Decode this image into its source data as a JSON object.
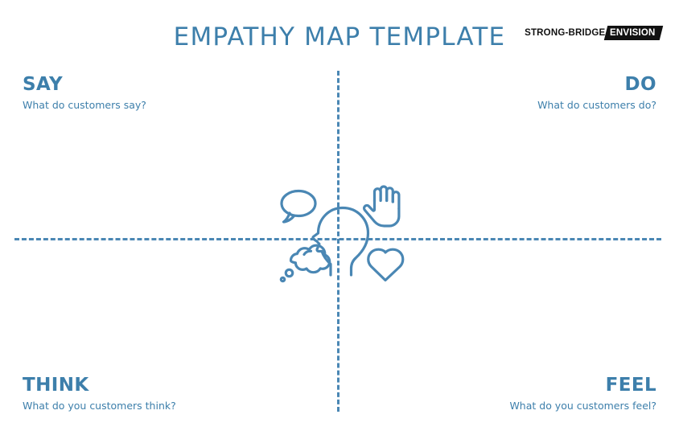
{
  "header": {
    "title": "EMPATHY MAP TEMPLATE",
    "logo": {
      "word": "STRONG-BRIDGE",
      "mark": "ENVISION"
    }
  },
  "colors": {
    "accent_blue": "#3d7fab",
    "line_blue": "#4a87b4",
    "icon_blue": "#4a87b4",
    "logo_black": "#111111",
    "background": "#ffffff"
  },
  "quadrants": [
    {
      "key": "say",
      "title": "SAY",
      "subtitle": "What do customers say?",
      "align": "left",
      "position": "top-left"
    },
    {
      "key": "do",
      "title": "DO",
      "subtitle": "What do customers do?",
      "align": "right",
      "position": "top-right"
    },
    {
      "key": "think",
      "title": "THINK",
      "subtitle": "What do you customers think?",
      "align": "left",
      "position": "bottom-left"
    },
    {
      "key": "feel",
      "title": "FEEL",
      "subtitle": "What do you customers feel?",
      "align": "right",
      "position": "bottom-right"
    }
  ],
  "center_icons": [
    {
      "name": "speech-bubble-icon",
      "position": "top-left",
      "meaning": "say"
    },
    {
      "name": "hand-icon",
      "position": "top-right",
      "meaning": "do"
    },
    {
      "name": "head-profile-icon",
      "position": "center",
      "meaning": "customer"
    },
    {
      "name": "thought-cloud-icon",
      "position": "bottom-left",
      "meaning": "think"
    },
    {
      "name": "heart-icon",
      "position": "bottom-right",
      "meaning": "feel"
    }
  ],
  "axes": {
    "horizontal_style": "dashed",
    "vertical_style": "dashed"
  }
}
